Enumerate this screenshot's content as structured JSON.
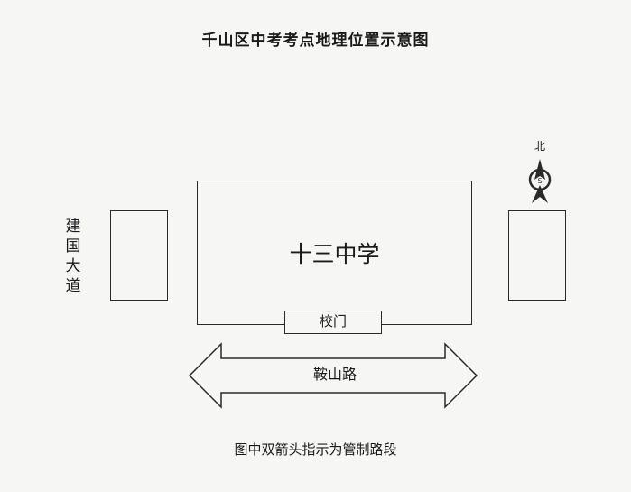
{
  "title": "千山区中考考点地理位置示意图",
  "left_road": "建国大道",
  "school": "十三中学",
  "gate": "校门",
  "main_road": "鞍山路",
  "compass": {
    "north": "北",
    "inner": "S"
  },
  "caption": "图中双箭头指示为管制路段",
  "colors": {
    "line": "#2a2a2a",
    "background": "#f6f6f5"
  }
}
